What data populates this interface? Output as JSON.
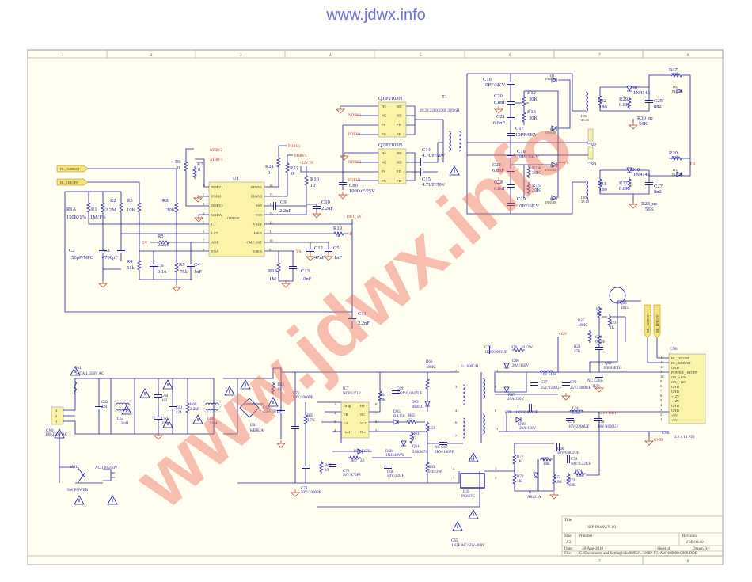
{
  "header": {
    "watermark_site": "www.jdwx.info"
  },
  "frame": {
    "columns": [
      "1",
      "2",
      "3",
      "4",
      "5",
      "6",
      "7",
      "8"
    ],
    "bottom_columns": [
      "7",
      "8"
    ]
  },
  "controller": {
    "flags": {
      "bl_adjust": "BL_ADJUST",
      "bl_onoff": "BL_ONOFF"
    },
    "nets": {
      "ndrv2": "NDRV2",
      "ndrv1": "NDRV1",
      "pdrv1": "PDRV1",
      "pdrv3": "PDRV3",
      "v12in": "+12V IN",
      "out5v": "OUT_5V",
      "fb": "FB",
      "vs": "VS",
      "v5": "5V"
    },
    "u1": {
      "ref": "U1",
      "part": "OZ9930",
      "left_pins": [
        "NDRV1",
        "PGND",
        "NDRV2",
        "GNDA",
        "CT",
        "LCT",
        "ADJ",
        "ENA"
      ],
      "left_nums": [
        "1",
        "2",
        "3",
        "4",
        "5",
        "6",
        "7",
        "8"
      ],
      "right_pins": [
        "PDRV1",
        "PDRV3",
        "SSB",
        "VIN",
        "VREF",
        "ISEN",
        "CMP_SST",
        "VSEN"
      ],
      "right_nums": [
        "16",
        "15",
        "14",
        "13",
        "12",
        "11",
        "10",
        "9"
      ]
    },
    "parts": {
      "R6": {
        "ref": "R6",
        "val": "0"
      },
      "R7": {
        "ref": "R7",
        "val": "0"
      },
      "R1A": {
        "ref": "R1A",
        "val": "150K/1%"
      },
      "R1": {
        "ref": "R1",
        "val": "1M/1%"
      },
      "R2": {
        "ref": "R2",
        "val": "2.2M"
      },
      "R3": {
        "ref": "R3",
        "val": "10K"
      },
      "R8": {
        "ref": "R8",
        "val": "130K"
      },
      "R5": {
        "ref": "R5",
        "val": "2.2M"
      },
      "C2": {
        "ref": "C2",
        "val": "150pF/NPO"
      },
      "C3": {
        "ref": "C3",
        "val": "4700pF"
      },
      "R4": {
        "ref": "R4",
        "val": "51k"
      },
      "C6": {
        "ref": "C6",
        "val": "0.1u"
      },
      "R9": {
        "ref": "R9",
        "val": "75k"
      },
      "C4": {
        "ref": "C4",
        "val": "1nF"
      },
      "R21": {
        "ref": "R21",
        "val": "0"
      },
      "R22": {
        "ref": "R22",
        "val": "0"
      },
      "C9": {
        "ref": "C9",
        "val": "2.2nF"
      },
      "C10": {
        "ref": "C10",
        "val": "2.2uF"
      },
      "R10": {
        "ref": "R10",
        "val": "10"
      },
      "R19": {
        "ref": "R19",
        "val": "1k"
      },
      "C12": {
        "ref": "C12",
        "val": "47nF"
      },
      "C5": {
        "ref": "C5",
        "val": "1nF"
      },
      "R18": {
        "ref": "R18",
        "val": "1M"
      },
      "C13": {
        "ref": "C13",
        "val": "10nF"
      },
      "C11": {
        "ref": "C11",
        "val": "2.2nF"
      }
    }
  },
  "inverter": {
    "nets": {
      "ndrv1": "NDRV1",
      "pdrv1": "PDRV1",
      "ndrv2": "NDRV2",
      "pdrv3": "PDRV3",
      "vs": "VS",
      "fb": "FB"
    },
    "q1": {
      "ref": "Q1",
      "part": "P2103N"
    },
    "q2": {
      "ref": "Q2",
      "part": "P2103N"
    },
    "mosfet_left": [
      "NS",
      "NG",
      "PS",
      "PG"
    ],
    "mosfet_right": [
      "ND",
      "ND",
      "PD",
      "PD"
    ],
    "t1": {
      "ref": "T1",
      "ratio": "20:20:2200:2200 320mH"
    },
    "cn2": "CN2",
    "cn3": "CN3",
    "parts": {
      "C80": {
        "ref": "C80",
        "val": "1000uF/25V"
      },
      "C14": {
        "ref": "C14",
        "val": "4.7UF/50V"
      },
      "C15": {
        "ref": "C15",
        "val": "4.7UF/50V"
      },
      "C16": {
        "ref": "C16",
        "val": "10PF/6KV"
      },
      "C17": {
        "ref": "C17",
        "val": "10PF/6KV"
      },
      "C18": {
        "ref": "C18",
        "val": "10PF/6KV"
      },
      "C19": {
        "ref": "C19",
        "val": "10PF/6KV"
      },
      "C20": {
        "ref": "C20",
        "val": "6.8nF"
      },
      "C21": {
        "ref": "C21",
        "val": "6.8nF"
      },
      "C22": {
        "ref": "C22",
        "val": "6.8nF"
      },
      "C23": {
        "ref": "C23",
        "val": "6.8nF"
      },
      "R12": {
        "ref": "R12",
        "val": "30K"
      },
      "R13": {
        "ref": "R13",
        "val": "30K"
      },
      "R14": {
        "ref": "R14",
        "val": "30K"
      },
      "R15": {
        "ref": "R15",
        "val": "30K"
      },
      "D1": {
        "ref": "D1",
        "val": "1N4148"
      },
      "D2": {
        "ref": "D2",
        "val": "1N4148"
      },
      "D5": {
        "ref": "D5",
        "val": "1N4148"
      },
      "D4": {
        "ref": "D4",
        "val": "1N4148"
      },
      "L06": {
        "ref": "L06",
        "val": "25:25"
      },
      "L05": {
        "ref": "L05",
        "val": "25:25"
      },
      "R32": {
        "ref": "R32",
        "val": "180"
      },
      "R29": {
        "ref": "R29",
        "val": "6.8K"
      },
      "D8": {
        "ref": "D8",
        "val": "1N4148"
      },
      "C25": {
        "ref": "C25",
        "val": "8n2"
      },
      "R30": {
        "ref": "R30_nc",
        "val": "56K"
      },
      "R17": {
        "ref": "R17",
        "val": "30k"
      },
      "D6": {
        "ref": "D6",
        "val": "1N4148"
      },
      "R31": {
        "ref": "R31",
        "val": "180"
      },
      "R27": {
        "ref": "R27",
        "val": "6.8K"
      },
      "D10": {
        "ref": "D10",
        "val": "1N4148"
      },
      "C27": {
        "ref": "C27",
        "val": "8n2"
      },
      "R28": {
        "ref": "R28_nc",
        "val": "56K"
      },
      "R20": {
        "ref": "R20",
        "val": "30k"
      },
      "D3": {
        "ref": "D3",
        "val": "1N4148"
      }
    }
  },
  "input": {
    "parts": {
      "F61": {
        "ref": "F61",
        "val": "3.15A L 250V AC"
      },
      "CN0": {
        "ref": "CN0",
        "val": "100-250V AC"
      },
      "C62": {
        "ref": "C62",
        "val": "224"
      },
      "L62": {
        "ref": "L62",
        "val": "13mH"
      },
      "C64": {
        "ref": "C64",
        "val": "102"
      },
      "C63": {
        "ref": "C63",
        "val": "102"
      },
      "C61": {
        "ref": "C61",
        "val": "224"
      },
      "R60": {
        "ref": "R60",
        "val": "2.2M"
      },
      "L61": {
        "ref": "L61",
        "val": "13mH"
      },
      "D61": {
        "ref": "D61",
        "val": "KBJ6JA"
      },
      "TH": {
        "ref": "TH6",
        "val": "10"
      },
      "C66": {
        "ref": "C66",
        "val": "450V/82UF"
      },
      "SW1": {
        "ref": "SW1",
        "val": "SW POWER"
      }
    },
    "ac_label": "AC 100-250V",
    "cn0_pins": [
      "3",
      "2",
      "1"
    ]
  },
  "pwm": {
    "ic7": {
      "ref": "IC7",
      "part": "NCP1271P",
      "left": [
        "Drag",
        "FB",
        "CS",
        "Gnd"
      ],
      "right": [
        "HV",
        "NC",
        "VCC",
        "Drv"
      ],
      "lnum": [
        "1",
        "2",
        "3",
        "4"
      ],
      "rnum": [
        "8",
        "7",
        "6",
        "5"
      ]
    },
    "t61": {
      "ref": "T61",
      "val": "6:1 600UH",
      "pins_l": [
        "2",
        "3",
        "4",
        "6",
        "7"
      ],
      "pins_r": [
        "12",
        "9",
        "8",
        "11"
      ]
    },
    "parts": {
      "C71": {
        "ref": "C71",
        "val": "50V/1000PF"
      },
      "R82": {
        "ref": "R82",
        "val": "4.7K"
      },
      "R64": {
        "ref": "R64",
        "val": "10K"
      },
      "C69": {
        "ref": "C69",
        "val": "630V/0.0047UF"
      },
      "R66": {
        "ref": "R66",
        "val": "100K"
      },
      "D63": {
        "ref": "D63",
        "val": "RG01C"
      },
      "D65": {
        "ref": "D65",
        "val": "BA158"
      },
      "R65": {
        "ref": "R65",
        "val": "22"
      },
      "L63": {
        "ref": "L63",
        "val": ""
      },
      "R61": {
        "ref": "R61",
        "val": "47"
      },
      "Q61": {
        "ref": "Q61",
        "val": "2SK3673"
      },
      "D68": {
        "ref": "D68",
        "val": "1N4148WS"
      },
      "C67": {
        "ref": "NC C67",
        "val": "2KV/100PF"
      },
      "D71": {
        "ref": "D71",
        "val": "15V"
      },
      "R67": {
        "ref": "R67",
        "val": "33"
      },
      "C72": {
        "ref": "C72",
        "val": "50V/470PF"
      },
      "C68": {
        "ref": "C68",
        "val": "50V/22UF"
      },
      "R63": {
        "ref": "R63",
        "val": "0.39/2W"
      },
      "C73": {
        "ref": "C73",
        "val": "50V/1000PF"
      },
      "R69": {
        "ref": "R69",
        "val": "10"
      },
      "IC6": {
        "ref": "IC6",
        "val": "PC817C"
      },
      "C65": {
        "ref": "C65",
        "val": "1N2F AC250V-400V"
      }
    },
    "ic6_pins": [
      "4",
      "3",
      "1",
      "2"
    ]
  },
  "secondary": {
    "nets": {
      "v12": "+12V",
      "v51out": "+5.1V OUT",
      "gnd": "GND"
    },
    "parts": {
      "C75": {
        "ref": "C75",
        "val": "1KV/0.001UF"
      },
      "R70": {
        "ref": "R70",
        "val": "10 /2W"
      },
      "D66": {
        "ref": "D66",
        "val": "20A/150V"
      },
      "D67": {
        "ref": "D67",
        "val": "20A/150V"
      },
      "L02": {
        "ref": "L02",
        "val": "5UH"
      },
      "C77": {
        "ref": "C77",
        "val": "25V/2200UF"
      },
      "C79": {
        "ref": "C79",
        "val": "25V/1000UF"
      },
      "C70": {
        "ref": "C70",
        "val": "1KV/0.001UF"
      },
      "D69": {
        "ref": "D69",
        "val": "20A/150V"
      },
      "L01": {
        "ref": "L01",
        "val": "5UH"
      },
      "C76": {
        "ref": "C76",
        "val": "10V/2200UF"
      },
      "C78": {
        "ref": "C78",
        "val": "10V/1000UF"
      },
      "R77": {
        "ref": "R77",
        "val": "1K"
      },
      "R79": {
        "ref": "R79",
        "val": "1K"
      },
      "C60": {
        "ref": "C60",
        "val": "50V/0.001UF"
      },
      "R71": {
        "ref": "R71",
        "val": "10K"
      },
      "C74": {
        "ref": "C74",
        "val": "50V/0.22UF"
      },
      "R74": {
        "ref": "R74",
        "val": "3.9K"
      },
      "R72": {
        "ref": "R72",
        "val": "3.9K"
      },
      "R73": {
        "ref": "R73",
        "val": "68K"
      },
      "IC5": {
        "ref": "IC5",
        "val": "AS431A"
      },
      "Q65": {
        "ref": "Q65",
        "val": "1815"
      },
      "R26": {
        "ref": "R26",
        "val": "1K"
      },
      "R25": {
        "ref": "R25",
        "val": "100K"
      },
      "R24": {
        "ref": "R24",
        "val": "47K"
      },
      "R23": {
        "ref": "R23",
        "val": "1K"
      },
      "C28": {
        "ref": "C28",
        "val": "0.1UF"
      },
      "Q62": {
        "ref": "Q62",
        "val": "P3003ETG"
      },
      "C26A": {
        "ref": "NC C26A",
        "val": "1UF"
      }
    },
    "flags": {
      "bl_adjust": "BL_ADJUST",
      "bl_onoff": "BL_ONOFF"
    },
    "cn8": {
      "ref": "CN8",
      "desc": "2.0 x 14 PIN",
      "pins": [
        "BL_ONOFF",
        "BL_ADJUST",
        "GND",
        "POWER_ONOFF",
        "ON_+12V",
        "ON_+12V",
        "GND",
        "GND",
        "+12V",
        "+12V",
        "GND",
        "GND",
        "+5V",
        "+5V"
      ],
      "nums": [
        "14",
        "13",
        "12",
        "11",
        "10",
        "9",
        "8",
        "7",
        "6",
        "5",
        "4",
        "3",
        "2",
        "1"
      ]
    }
  },
  "title_block": {
    "title_label": "Title",
    "title": "168P-P24AWN-00",
    "size_label": "Size",
    "size": "A3",
    "number_label": "Number",
    "revision_label": "Revision",
    "revision": "VER:00.00",
    "date_label": "Date:",
    "date": "28-Aug-2010",
    "sheet_label": "Sheet    of",
    "file_label": "File:",
    "file": "C:\\Documents and Settings\\ske00951\\...\\168P-P24AWN00000-0000.DDB",
    "drawn_by": "Drawn By:"
  }
}
